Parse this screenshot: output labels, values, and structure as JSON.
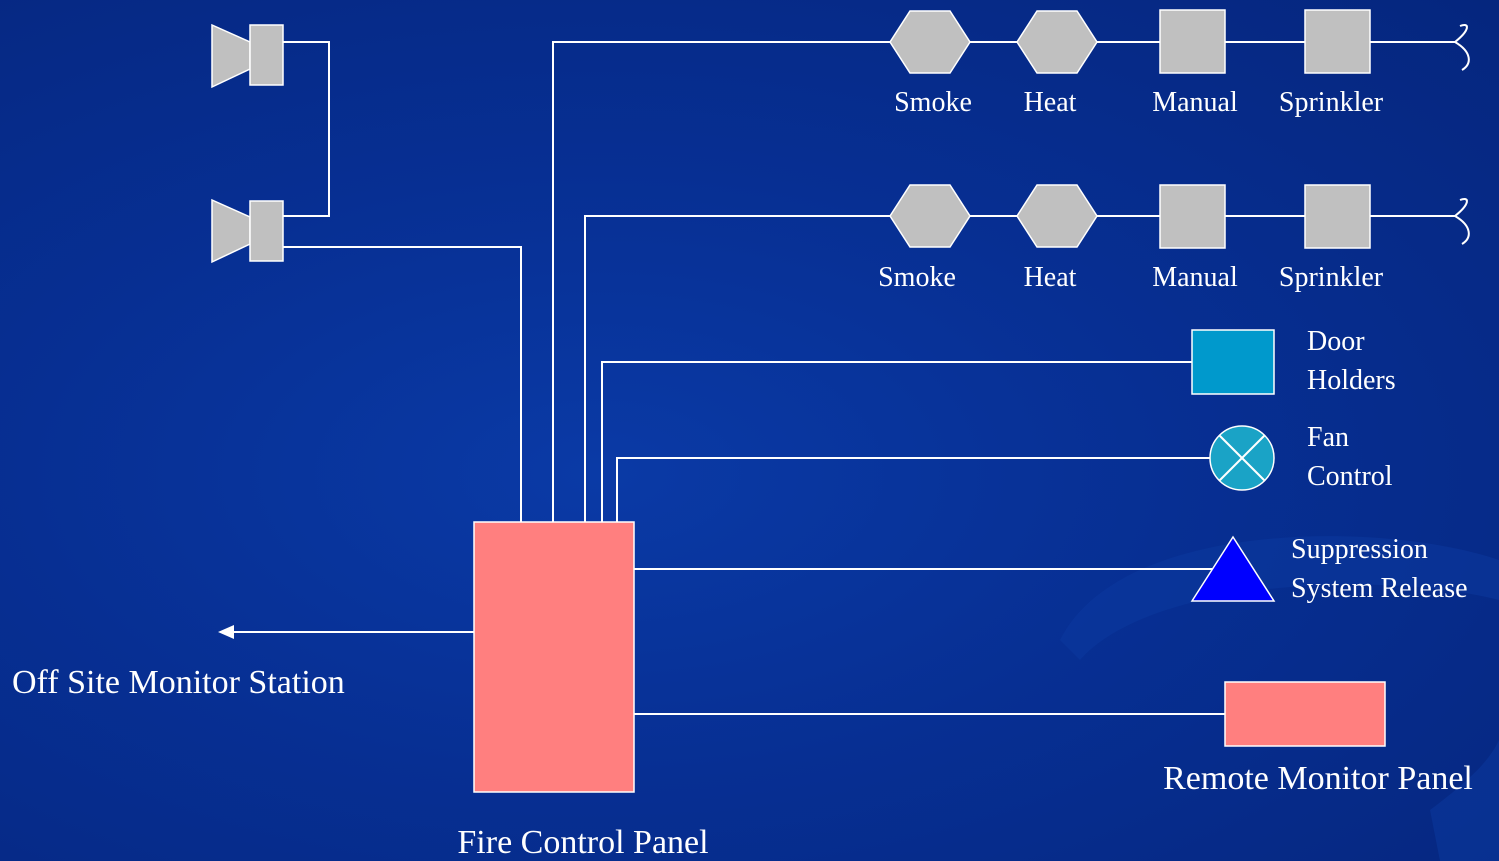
{
  "zones": [
    {
      "devices": [
        "Smoke",
        "Heat",
        "Manual",
        "Sprinkler"
      ]
    },
    {
      "devices": [
        "Smoke",
        "Heat",
        "Manual",
        "Sprinkler"
      ]
    }
  ],
  "outputs": {
    "door_holders": [
      "Door",
      "Holders"
    ],
    "fan_control": [
      "Fan",
      "Control"
    ],
    "suppression": [
      "Suppression",
      "System Release"
    ]
  },
  "remote_monitor_panel": "Remote Monitor Panel",
  "fire_control_panel": "Fire Control Panel",
  "off_site_monitor_station": "Off Site Monitor Station",
  "colors": {
    "panel": "#ff7f7f",
    "device": "#c0c0c0",
    "door_holders": "#0099cc",
    "fan": "#1aa3c6",
    "suppression": "#0000ff",
    "background": "#072f93"
  }
}
